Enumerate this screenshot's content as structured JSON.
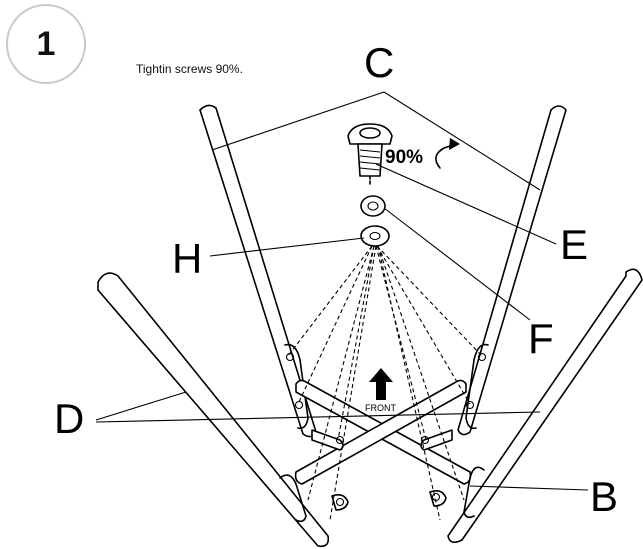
{
  "step": {
    "number": "1"
  },
  "instruction": {
    "text": "Tightin screws 90%."
  },
  "torque": {
    "label": "90%"
  },
  "front_indicator": {
    "label": "FRONT"
  },
  "parts": {
    "c": "C",
    "e": "E",
    "h": "H",
    "f": "F",
    "d": "D",
    "b": "B"
  },
  "colors": {
    "line": "#000000",
    "badge_border": "#c9c9c9",
    "background": "#ffffff"
  },
  "icons": {
    "rotate": "clockwise-rotation-arrow",
    "front": "up-arrow"
  }
}
